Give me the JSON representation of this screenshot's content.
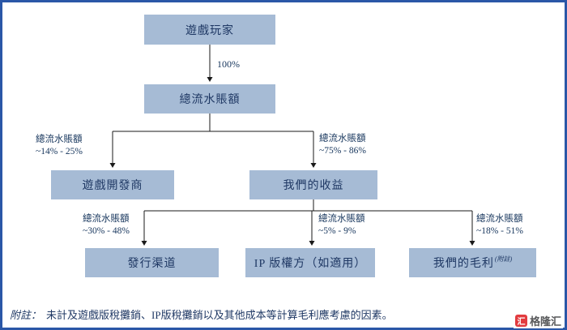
{
  "diagram": {
    "nodes": {
      "players": {
        "label": "遊戲玩家"
      },
      "billings": {
        "label": "總流水賬額"
      },
      "developers": {
        "label": "遊戲開發商"
      },
      "revenue": {
        "label": "我們的收益"
      },
      "distribution": {
        "label": "發行渠道"
      },
      "ip_rights": {
        "label": "IP 版權方（如適用）"
      },
      "gross_profit": {
        "label": "我們的毛利",
        "superscript": "(附註)"
      }
    },
    "edges": {
      "players_to_billings": {
        "label": "100%"
      },
      "billings_to_developers": {
        "line1": "總流水賬額",
        "line2": "~14% - 25%"
      },
      "billings_to_revenue": {
        "line1": "總流水賬額",
        "line2": "~75% - 86%"
      },
      "revenue_to_distribution": {
        "line1": "總流水賬額",
        "line2": "~30% - 48%"
      },
      "revenue_to_ip": {
        "line1": "總流水賬額",
        "line2": "~5% - 9%"
      },
      "revenue_to_profit": {
        "line1": "總流水賬額",
        "line2": "~18% - 51%"
      }
    }
  },
  "note": {
    "label": "附註：",
    "text": "未計及遊戲版稅攤銷、IP版稅攤銷以及其他成本等計算毛利應考慮的因素。"
  },
  "watermark": {
    "icon_glyph": "汇",
    "brand": "格隆汇"
  },
  "colors": {
    "frame": "#2b57a7",
    "node_bg": "#a6bbd5",
    "node_text": "#1f3864",
    "line": "#1a1a1a",
    "watermark_red": "#e23b3f"
  }
}
